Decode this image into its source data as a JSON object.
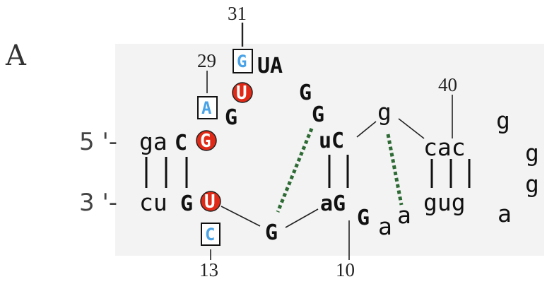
{
  "figure": {
    "panel_label": "A",
    "position_labels": {
      "p31": "31",
      "p29": "29",
      "p40": "40",
      "p13": "13",
      "p10": "10"
    },
    "strand_ends": {
      "five_prime": "5 '-",
      "three_prime": "3 '-"
    },
    "nucleotides": {
      "top_ga": "ga",
      "top_C": "C",
      "top_G_circled": "G",
      "A_boxed": "A",
      "G_after_A": "G",
      "U_circled_top": "U",
      "G_boxed": "G",
      "UA": "UA",
      "G_loop_1": "G",
      "G_loop_2": "G",
      "uC": "uC",
      "g_apex": "g",
      "cac": "cac",
      "g_r1": "g",
      "g_r2": "g",
      "g_r3": "g",
      "bottom_cu": "cu",
      "bottom_G": "G",
      "U_circled_bottom": "U",
      "C_boxed": "C",
      "G_bottom_mid": "G",
      "aG": "aG",
      "G_sub": "G",
      "a_sub": "a",
      "a_after": "a",
      "gug": "gug",
      "a_right": "a"
    },
    "colors": {
      "highlight_red": "#e02a17",
      "boxed_blue": "#4aa3e6",
      "tertiary_green": "#2d6a34",
      "background_gray": "#f3f3f3"
    }
  }
}
